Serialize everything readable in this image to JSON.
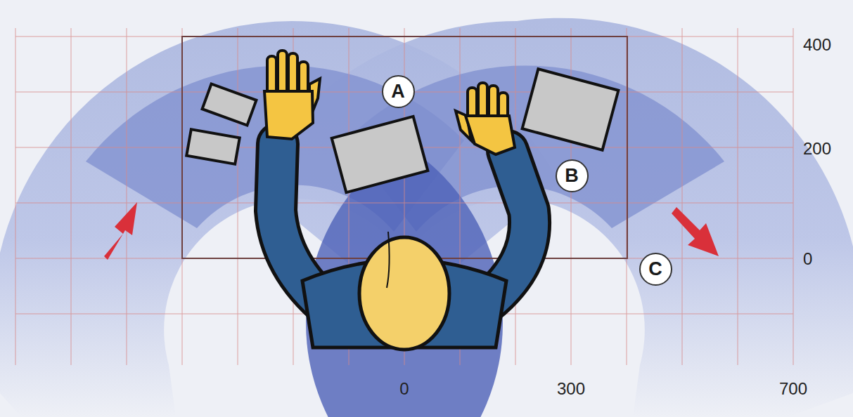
{
  "diagram": {
    "nodes": [
      {
        "text": [
          "A"
        ]
      },
      {
        "text": [
          "B"
        ]
      },
      {
        "text": [
          "C"
        ]
      }
    ],
    "labels": [
      "400",
      "200",
      "0",
      "0",
      "300",
      "700"
    ]
  }
}
